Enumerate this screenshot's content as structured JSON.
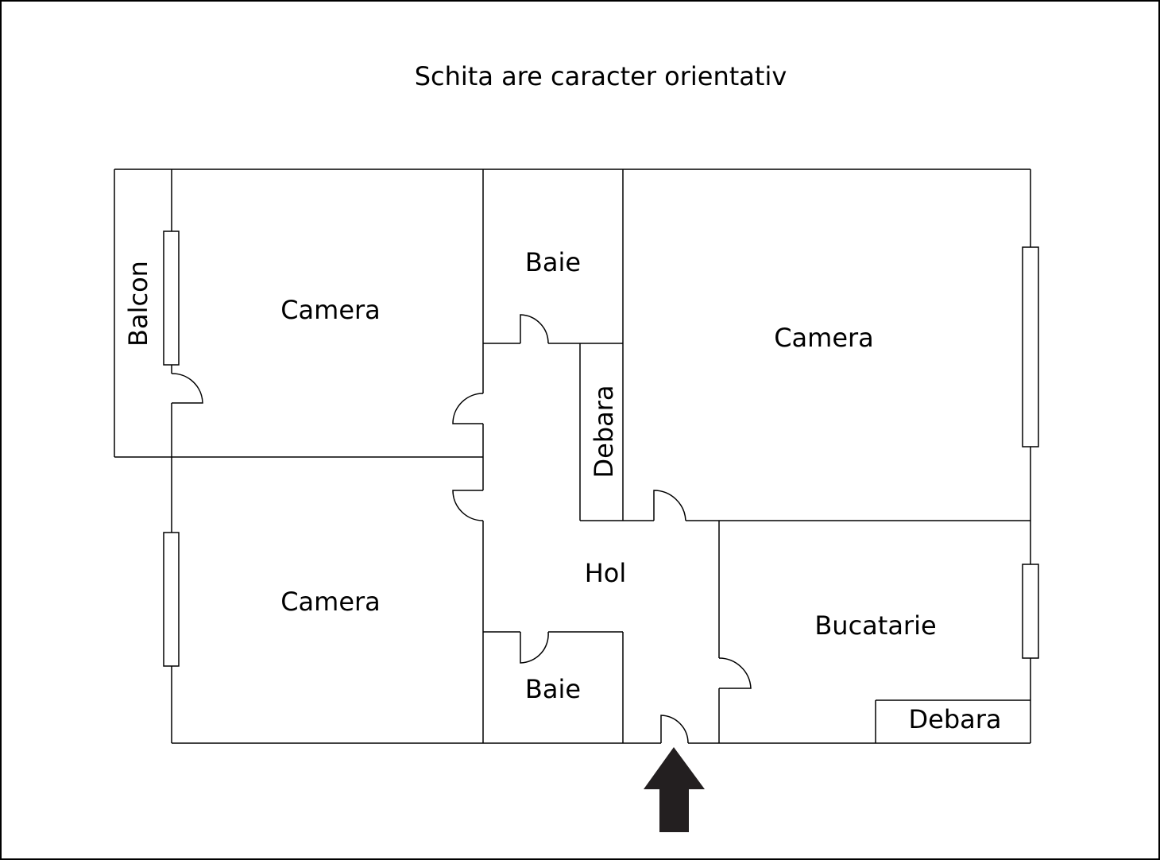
{
  "title": "Schita are caracter orientativ",
  "colors": {
    "line": "#000000",
    "background": "#ffffff",
    "arrow": "#231f20"
  },
  "rooms": {
    "balcon": "Balcon",
    "camera_top_left": "Camera",
    "baie_top": "Baie",
    "camera_top_right": "Camera",
    "debara_vertical": "Debara",
    "hol": "Hol",
    "camera_bottom_left": "Camera",
    "baie_bottom": "Baie",
    "bucatarie": "Bucatarie",
    "debara_kitchen": "Debara"
  },
  "entrance_icon": "arrow-up-icon"
}
